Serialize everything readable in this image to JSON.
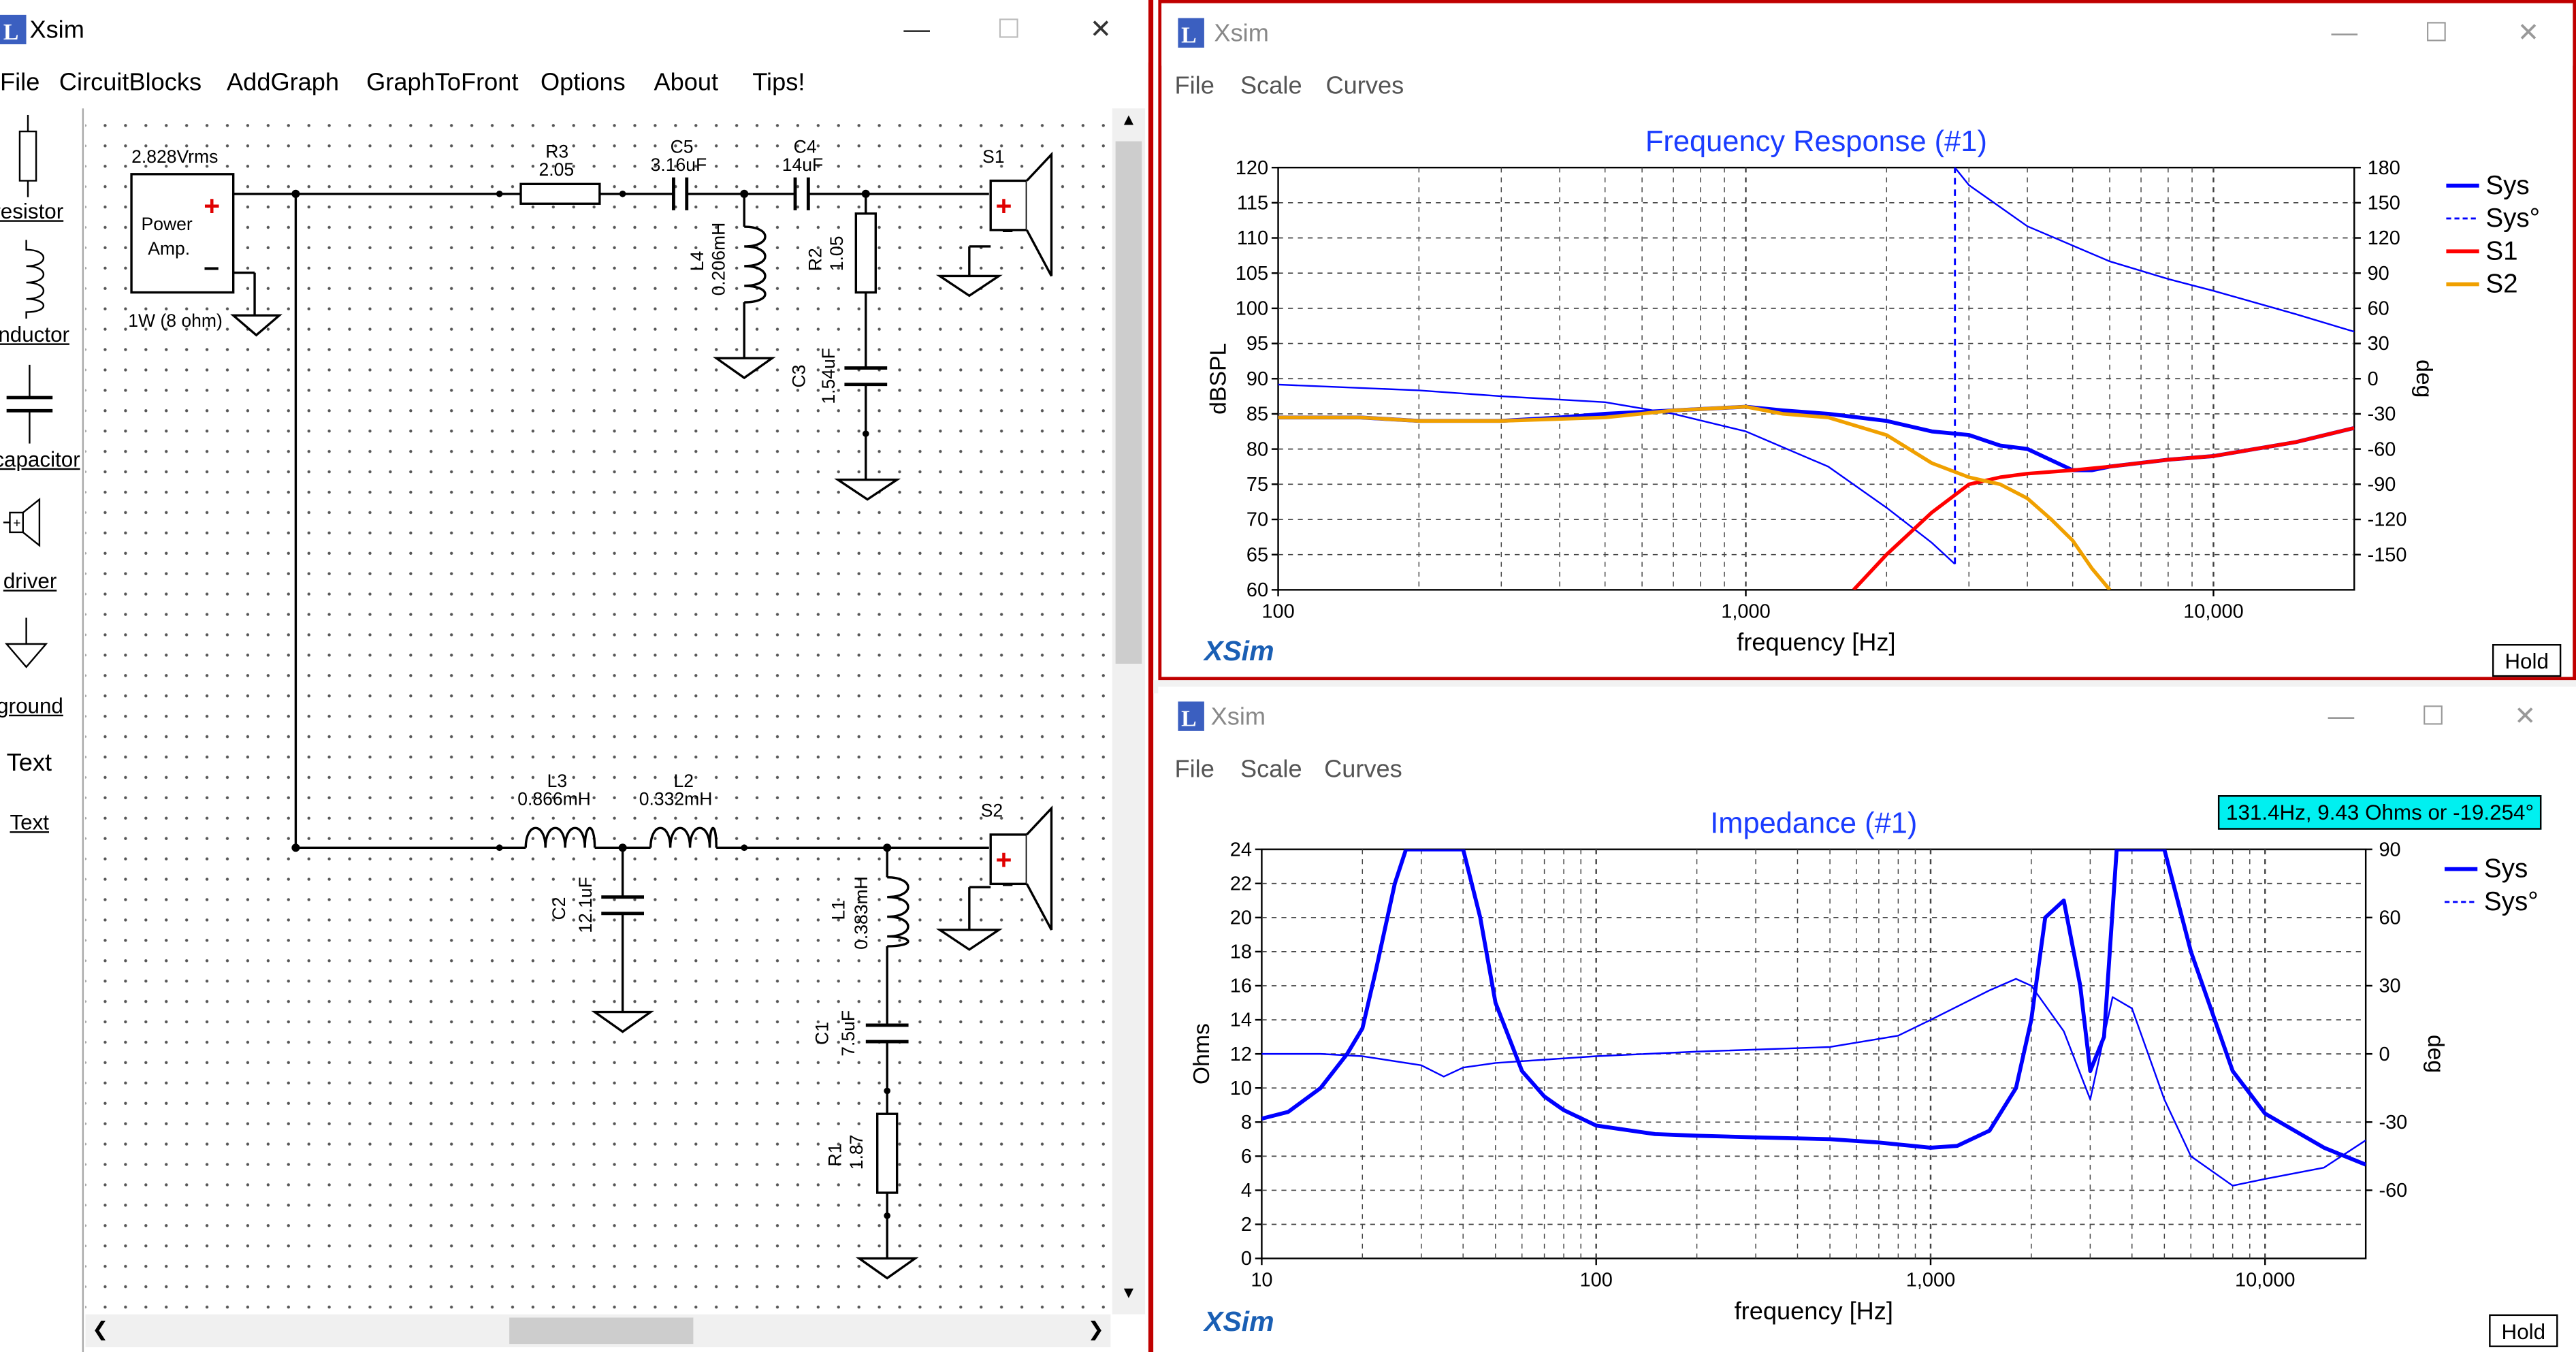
{
  "schematic_window": {
    "title": "Xsim",
    "menu": [
      "File",
      "CircuitBlocks",
      "AddGraph",
      "GraphToFront",
      "Options",
      "About",
      "Tips!"
    ],
    "tools": [
      {
        "label": "resistor",
        "icon": "resistor-icon"
      },
      {
        "label": "inductor",
        "icon": "inductor-icon"
      },
      {
        "label": "capacitor",
        "icon": "capacitor-icon"
      },
      {
        "label": "driver",
        "icon": "driver-icon"
      },
      {
        "label": "ground",
        "icon": "ground-icon"
      },
      {
        "label": "Text",
        "icon": "text-icon"
      }
    ],
    "labels": {
      "vrms": "2.828Vrms",
      "amp_line1": "Power",
      "amp_line2": "Amp.",
      "amp_rating": "1W (8 ohm)",
      "r3_name": "R3",
      "r3_val": "2.05",
      "c5_name": "C5",
      "c5_val": "3.16uF",
      "c4_name": "C4",
      "c4_val": "14uF",
      "s1": "S1",
      "l4": "L4",
      "l4_val": "0.206mH",
      "r2": "R2",
      "r2_val": "1.05",
      "c3": "C3",
      "c3_val": "1.54uF",
      "l3": "L3",
      "l3_val": "0.866mH",
      "l2": "L2",
      "l2_val": "0.332mH",
      "s2": "S2",
      "c2": "C2",
      "c2_val": "12.1uF",
      "l1": "L1",
      "l1_val": "0.383mH",
      "c1": "C1",
      "c1_val": "7.5uF",
      "r1": "R1",
      "r1_val": "1.87"
    }
  },
  "freq_window": {
    "title": "Xsim",
    "menu": [
      "File",
      "Scale",
      "Curves"
    ],
    "logo": "XSim",
    "hold": "Hold",
    "colors": {
      "sys": "#0000ff",
      "s1": "#ff0000",
      "s2": "#f0a000"
    },
    "chart_data": {
      "type": "line",
      "title": "Frequency Response (#1)",
      "xlabel": "frequency [Hz]",
      "ylabel": "dBSPL",
      "y2label": "deg",
      "xscale": "log",
      "xlim": [
        100,
        20000
      ],
      "ylim": [
        60,
        120
      ],
      "y2lim": [
        -180,
        180
      ],
      "xticks": [
        "100",
        "1,000",
        "10,000"
      ],
      "yticks": [
        "60",
        "65",
        "70",
        "75",
        "80",
        "85",
        "90",
        "95",
        "100",
        "105",
        "110",
        "115",
        "120"
      ],
      "y2ticks": [
        "-150",
        "-120",
        "-90",
        "-60",
        "-30",
        "0",
        "30",
        "60",
        "90",
        "120",
        "150",
        "180"
      ],
      "legend": [
        "Sys",
        "Sys°",
        "S1",
        "S2"
      ],
      "series": [
        {
          "name": "Sys",
          "x": [
            100,
            150,
            200,
            300,
            400,
            500,
            700,
            1000,
            1200,
            1500,
            2000,
            2500,
            3000,
            3500,
            4000,
            5000,
            5500,
            6000,
            8000,
            10000,
            15000,
            20000
          ],
          "y": [
            84.5,
            84.5,
            84,
            84,
            84.5,
            85,
            85.5,
            86,
            85.5,
            85,
            84,
            82.5,
            82,
            80.5,
            80,
            77,
            77,
            77.5,
            78.5,
            79,
            81,
            83
          ]
        },
        {
          "name": "Sys°",
          "axis": "y2",
          "x": [
            100,
            200,
            300,
            500,
            700,
            1000,
            1500,
            2000,
            2500,
            2800,
            2800,
            3000,
            4000,
            6000,
            8000,
            10000,
            15000,
            20000
          ],
          "y": [
            -5,
            -10,
            -15,
            -20,
            -30,
            -45,
            -75,
            -110,
            -140,
            -158,
            180,
            165,
            130,
            100,
            85,
            75,
            55,
            40
          ]
        },
        {
          "name": "S1",
          "x": [
            1700,
            2000,
            2500,
            3000,
            3500,
            4000,
            5000,
            6000,
            8000,
            10000,
            15000,
            20000
          ],
          "y": [
            60,
            65,
            71,
            75,
            76,
            76.5,
            77,
            77.5,
            78.5,
            79,
            81,
            83
          ]
        },
        {
          "name": "S2",
          "x": [
            100,
            150,
            200,
            300,
            500,
            700,
            1000,
            1200,
            1500,
            2000,
            2500,
            3000,
            3500,
            4000,
            4500,
            5000,
            5500,
            6000
          ],
          "y": [
            84.5,
            84.5,
            84,
            84,
            84.5,
            85.5,
            86,
            85,
            84.5,
            82,
            78,
            76,
            75,
            73,
            70,
            67,
            63,
            60
          ]
        }
      ]
    }
  },
  "imp_window": {
    "title": "Xsim",
    "menu": [
      "File",
      "Scale",
      "Curves"
    ],
    "logo": "XSim",
    "hold": "Hold",
    "tooltip": "131.4Hz, 9.43 Ohms or -19.254°",
    "colors": {
      "sys": "#0000ff"
    },
    "chart_data": {
      "type": "line",
      "title": "Impedance (#1)",
      "xlabel": "frequency [Hz]",
      "ylabel": "Ohms",
      "y2label": "deg",
      "xscale": "log",
      "xlim": [
        10,
        20000
      ],
      "ylim": [
        0,
        24
      ],
      "y2lim": [
        -90,
        90
      ],
      "xticks": [
        "10",
        "100",
        "1,000",
        "10,000"
      ],
      "yticks": [
        "0",
        "2",
        "4",
        "6",
        "8",
        "10",
        "12",
        "14",
        "16",
        "18",
        "20",
        "22",
        "24"
      ],
      "y2ticks": [
        "-60",
        "-30",
        "0",
        "30",
        "60",
        "90"
      ],
      "legend": [
        "Sys",
        "Sys°"
      ],
      "series": [
        {
          "name": "Sys",
          "x": [
            10,
            12,
            15,
            18,
            20,
            22,
            25,
            27,
            28,
            40,
            45,
            50,
            60,
            70,
            80,
            100,
            150,
            200,
            300,
            500,
            700,
            1000,
            1200,
            1500,
            1800,
            2000,
            2200,
            2500,
            2800,
            3000,
            3300,
            3600,
            4000,
            5000,
            6000,
            8000,
            10000,
            15000,
            20000
          ],
          "y": [
            8.2,
            8.6,
            10,
            12,
            13.5,
            17,
            22,
            24,
            24,
            24,
            20,
            15,
            11,
            9.5,
            8.7,
            7.8,
            7.3,
            7.2,
            7.1,
            7.0,
            6.8,
            6.5,
            6.6,
            7.5,
            10,
            14,
            20,
            21,
            16,
            11,
            13,
            24,
            24,
            24,
            18,
            11,
            8.5,
            6.5,
            5.5
          ]
        },
        {
          "name": "Sys°",
          "axis": "y2",
          "x": [
            10,
            15,
            20,
            30,
            35,
            40,
            50,
            100,
            200,
            500,
            800,
            1000,
            1500,
            1800,
            2000,
            2500,
            3000,
            3500,
            4000,
            5000,
            6000,
            8000,
            10000,
            15000,
            20000
          ],
          "y": [
            0,
            0,
            -1,
            -5,
            -10,
            -6,
            -4,
            -1,
            1,
            3,
            8,
            15,
            28,
            33,
            30,
            10,
            -20,
            25,
            20,
            -20,
            -45,
            -58,
            -55,
            -50,
            -38
          ]
        }
      ]
    }
  }
}
